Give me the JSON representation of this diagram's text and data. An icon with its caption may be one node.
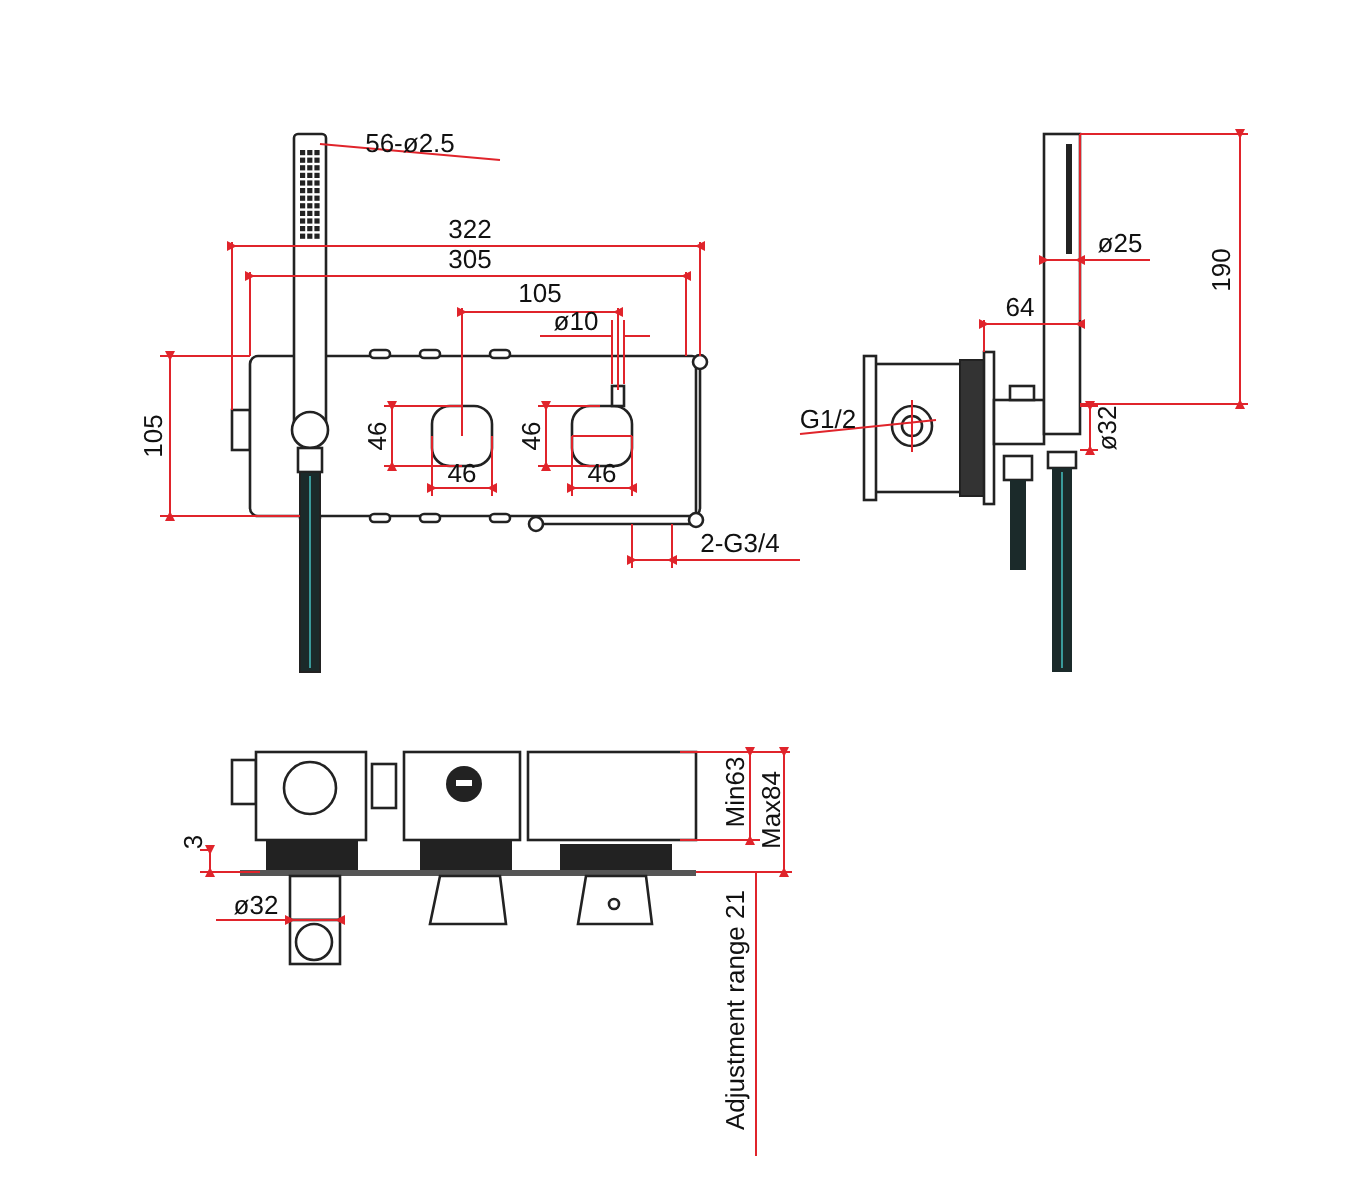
{
  "diagram": {
    "labels": [
      "56-ø2.5",
      "322",
      "305",
      "105",
      "ø10",
      "190",
      "ø25",
      "105",
      "46",
      "46",
      "64",
      "G1/2",
      "ø32",
      "46",
      "46",
      "2-G3/4",
      "3",
      "ø32",
      "Min63",
      "Max84",
      "Adjustment range 21"
    ]
  }
}
